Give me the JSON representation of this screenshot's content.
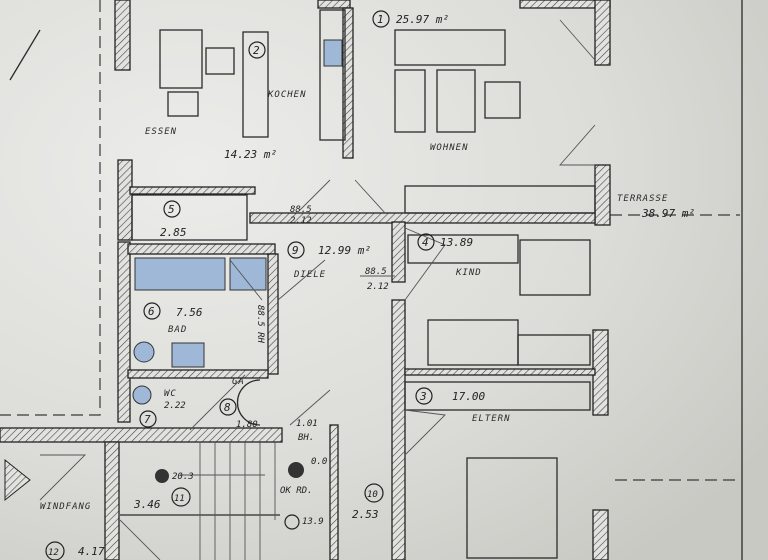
{
  "plan": {
    "rooms": [
      {
        "no": "1",
        "area": "25.97 m²",
        "name": "WOHNEN"
      },
      {
        "no": "2",
        "area": "14.23 m²",
        "name": "KOCHEN",
        "name2": "ESSEN"
      },
      {
        "no": "3",
        "area": "17.00",
        "name": "ELTERN"
      },
      {
        "no": "4",
        "area": "13.89",
        "name": "KIND"
      },
      {
        "no": "5",
        "area": "2.85"
      },
      {
        "no": "6",
        "area": "7.56",
        "name": "BAD"
      },
      {
        "no": "7",
        "area": "2.22",
        "name": "WC"
      },
      {
        "no": "8",
        "area": "1.80",
        "name": "GA"
      },
      {
        "no": "9",
        "area": "12.99 m²",
        "name": "DIELE"
      },
      {
        "no": "10",
        "area": "2.53"
      },
      {
        "no": "11",
        "area": "3.46"
      },
      {
        "no": "12",
        "area": "4.17",
        "name": "WINDFANG"
      }
    ],
    "terrace": {
      "name": "TERRASSE",
      "area": "38.97 m²"
    },
    "door_dims": {
      "a_top": "88.5",
      "a_bot": "2.12",
      "b_top": "88.5",
      "b_bot": "2.12",
      "bad": "88.5 RH"
    },
    "annotations": {
      "height1": "1.01",
      "bh": "BH.",
      "zero": "0.0",
      "okrd": "OK RD.",
      "step": "20.3",
      "v139": "13.9"
    },
    "colors": {
      "paper": "#d9d9d5",
      "lines": "#2b2b2b",
      "fixtures": "#9fb8d8"
    }
  }
}
